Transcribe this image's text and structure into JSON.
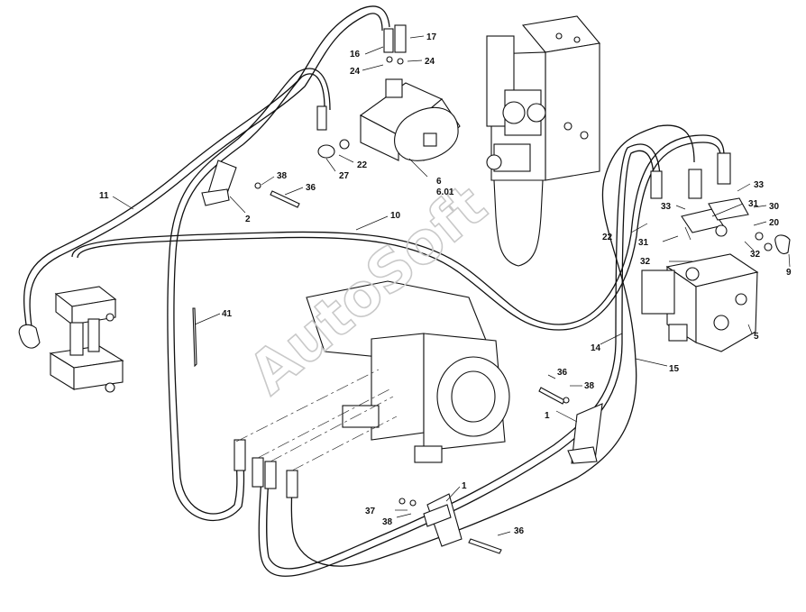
{
  "watermark": "AutoSoft",
  "callouts": {
    "c1a": "1",
    "c1b": "1",
    "c2": "2",
    "c5": "5",
    "c6": "6",
    "c601": "6.01",
    "c9": "9",
    "c10": "10",
    "c11": "11",
    "c14": "14",
    "c15": "15",
    "c16": "16",
    "c17": "17",
    "c20": "20",
    "c22a": "22",
    "c22b": "22",
    "c24a": "24",
    "c24b": "24",
    "c27": "27",
    "c30": "30",
    "c31a": "31",
    "c31b": "31",
    "c32a": "32",
    "c32b": "32",
    "c33a": "33",
    "c33b": "33",
    "c36a": "36",
    "c36b": "36",
    "c36c": "36",
    "c37": "37",
    "c38a": "38",
    "c38b": "38",
    "c38c": "38",
    "c41": "41"
  }
}
